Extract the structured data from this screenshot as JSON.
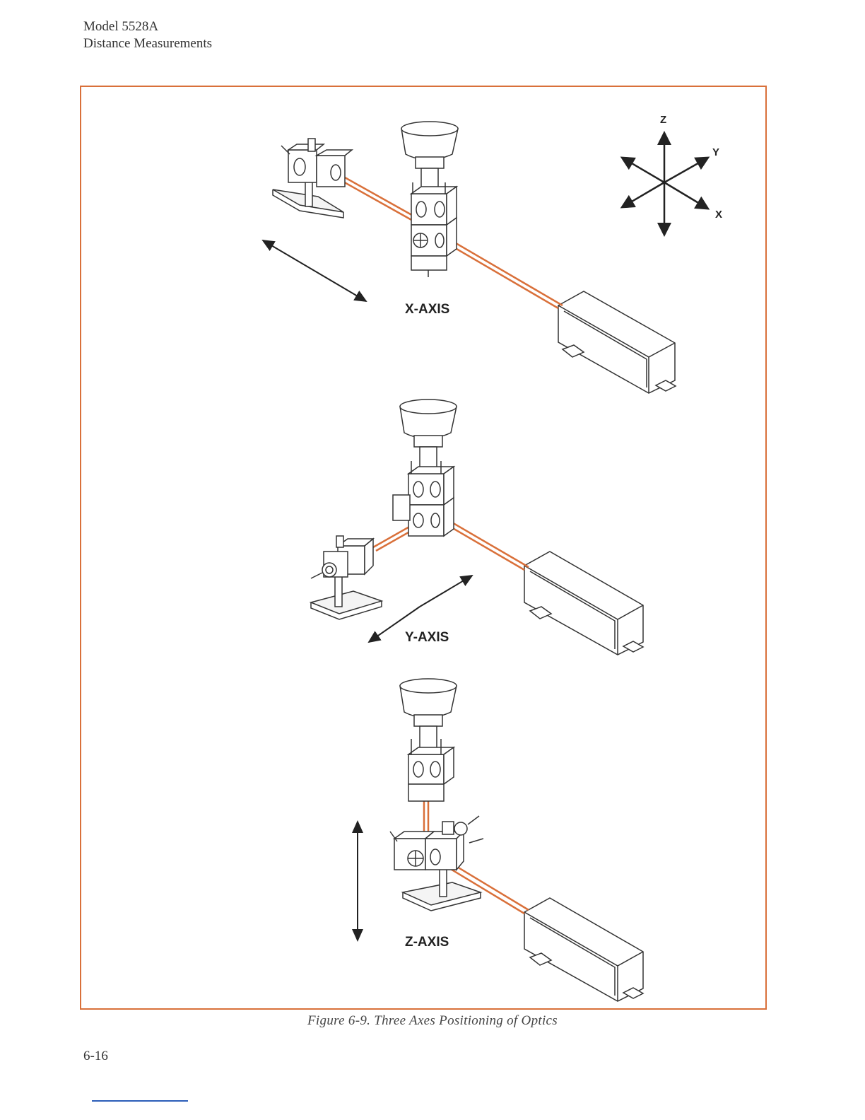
{
  "header": {
    "model": "Model 5528A",
    "section": "Distance Measurements"
  },
  "figure": {
    "caption": "Figure 6-9. Three Axes Positioning of Optics",
    "compass": {
      "z": "Z",
      "y": "Y",
      "x": "X"
    },
    "panels": [
      {
        "label": "X-AXIS"
      },
      {
        "label": "Y-AXIS"
      },
      {
        "label": "Z-AXIS"
      }
    ],
    "beam_color": "#d9703a"
  },
  "page_number": "6-16"
}
